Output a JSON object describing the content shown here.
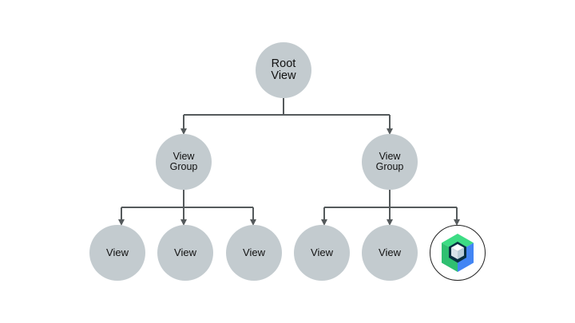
{
  "diagram": {
    "root": {
      "label": "Root\nView"
    },
    "groups": [
      {
        "label": "View\nGroup"
      },
      {
        "label": "View\nGroup"
      }
    ],
    "leaves_left": [
      {
        "label": "View"
      },
      {
        "label": "View"
      },
      {
        "label": "View"
      }
    ],
    "leaves_right": [
      {
        "label": "View"
      },
      {
        "label": "View"
      }
    ],
    "logo": {
      "icon": "jetpack-compose-icon"
    }
  },
  "colors": {
    "node_fill": "#c3cbcf",
    "connector": "#555a5c",
    "logo_green": "#3ddc84",
    "logo_blue": "#4285f4",
    "logo_dark": "#073042"
  }
}
